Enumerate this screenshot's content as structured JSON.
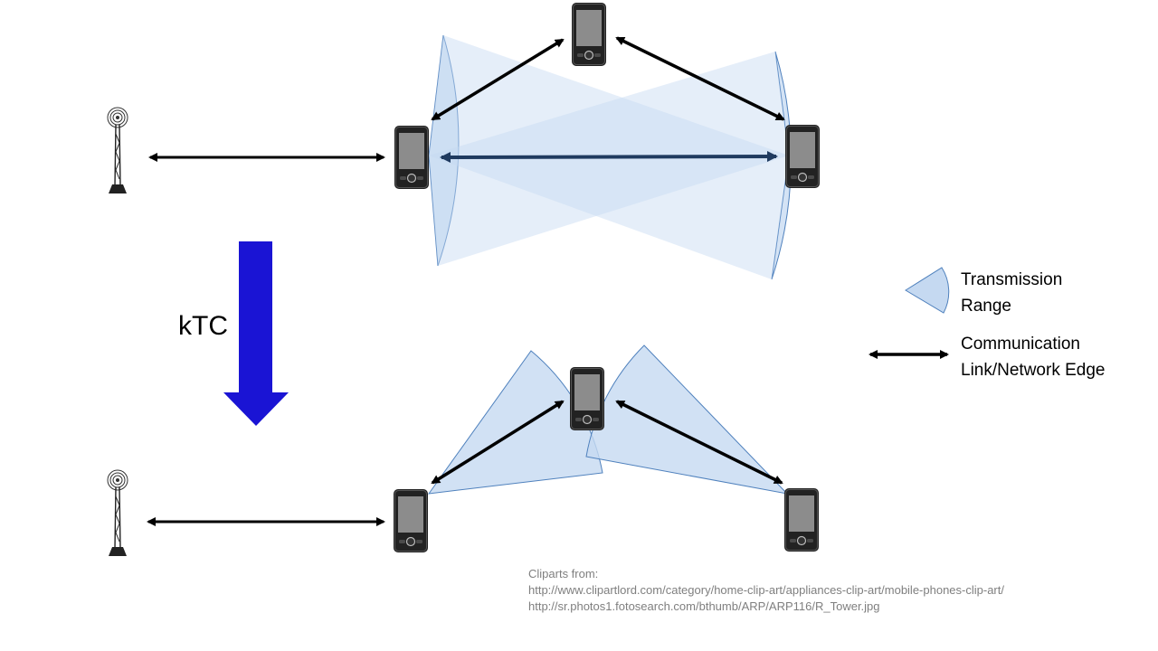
{
  "colors": {
    "range_fill": "#c5d9f1",
    "range_stroke": "#4f81bd",
    "link": "#000000",
    "overlap_link": "#1f3a5f",
    "ktc_arrow": "#1a14d4",
    "credit_text": "#7f7f7f",
    "phone_body": "#222222",
    "phone_screen": "#8c8c8c"
  },
  "labels": {
    "ktc": "kTC"
  },
  "legend": {
    "range_line1": "Transmission",
    "range_line2": "Range",
    "edge_line1": "Communication",
    "edge_line2": "Link/Network Edge"
  },
  "credits": {
    "heading": "Cliparts from:",
    "url1": "http://www.clipartlord.com/category/home-clip-art/appliances-clip-art/mobile-phones-clip-art/",
    "url2": "http://sr.photos1.fotosearch.com/bthumb/ARP/ARP116/R_Tower.jpg"
  }
}
